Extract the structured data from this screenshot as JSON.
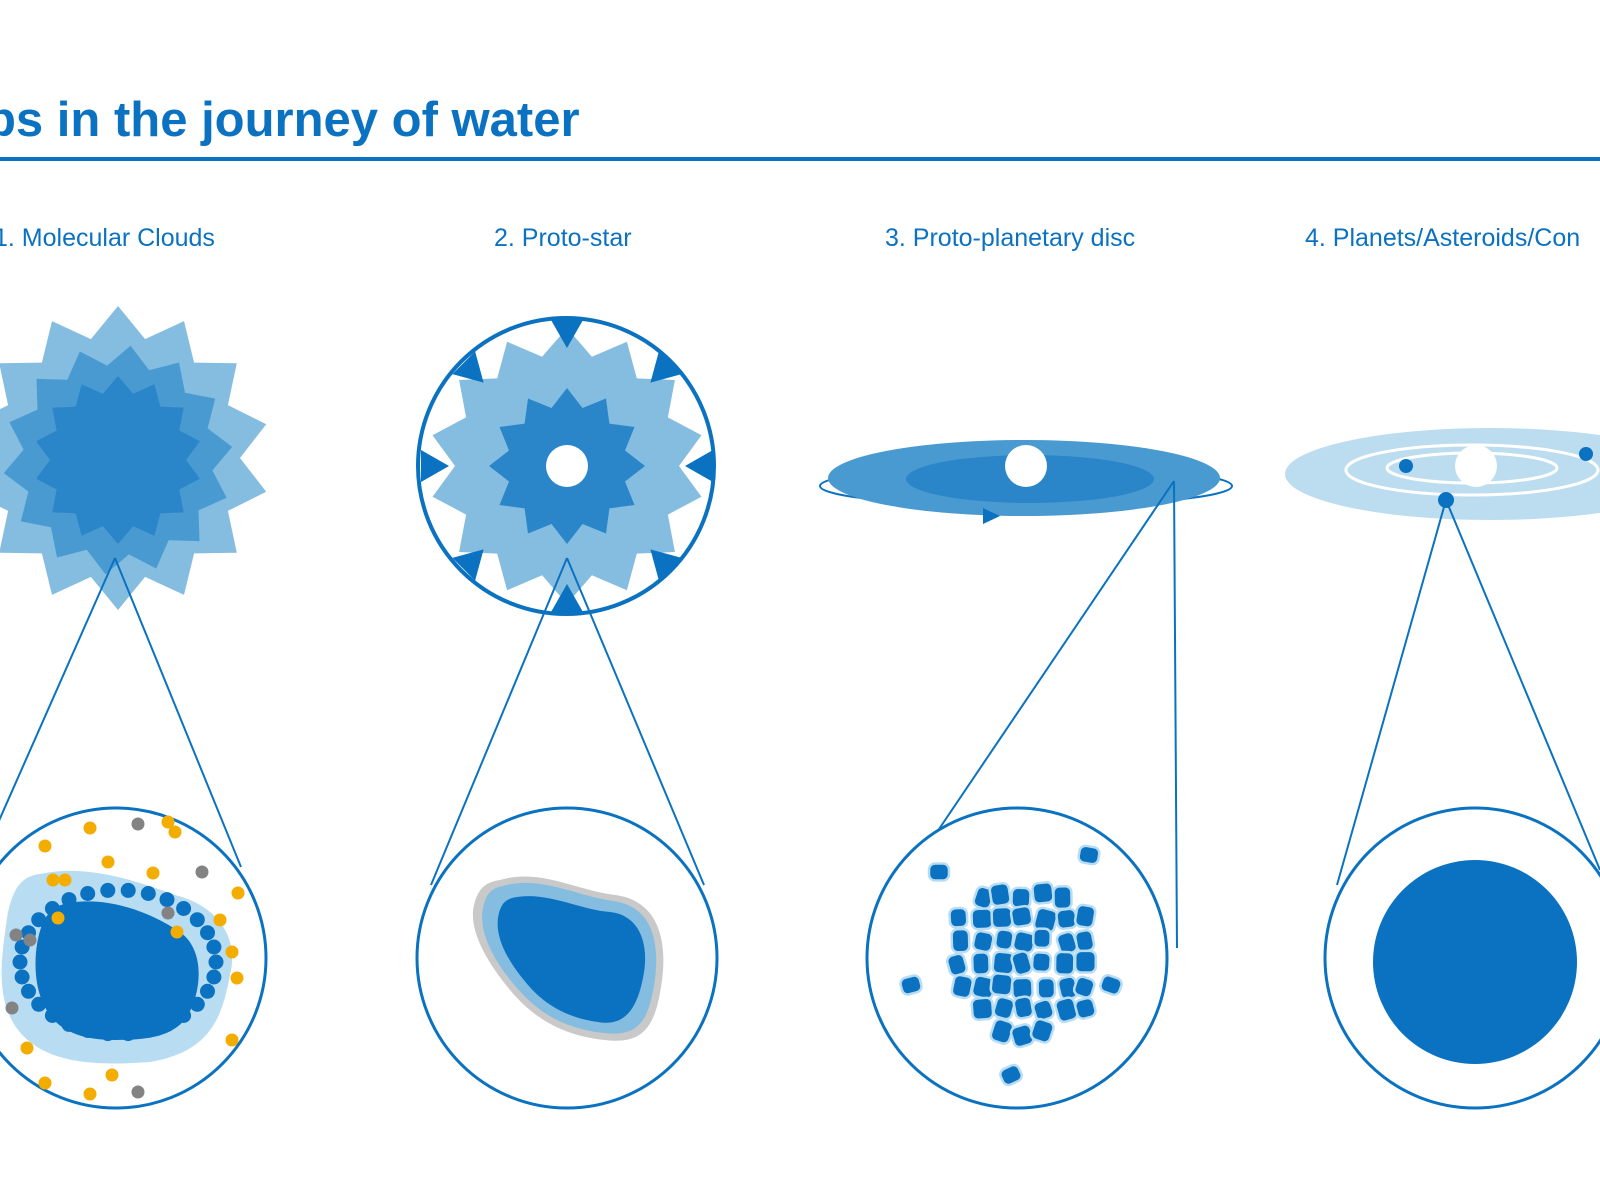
{
  "title": "ps in the journey of water",
  "stages": [
    {
      "label": "1. Molecular Clouds"
    },
    {
      "label": "2. Proto-star"
    },
    {
      "label": "3. Proto-planetary disc"
    },
    {
      "label": "4. Planets/Asteroids/Con"
    }
  ],
  "colors": {
    "primary": "#0a72c0",
    "light": "#84bde0",
    "mid": "#4a9ad2",
    "core": "#2b86c9",
    "pale": "#bcdcf0",
    "halo": "#b8ddf3",
    "gold": "#f2ad00",
    "grey": "#838383",
    "rim": "#c9c9c9"
  },
  "icons": {
    "star_in_center": "white-star-circle",
    "infall_arrows": "triangle-arrow",
    "orbit_direction": "triangle-arrow"
  }
}
